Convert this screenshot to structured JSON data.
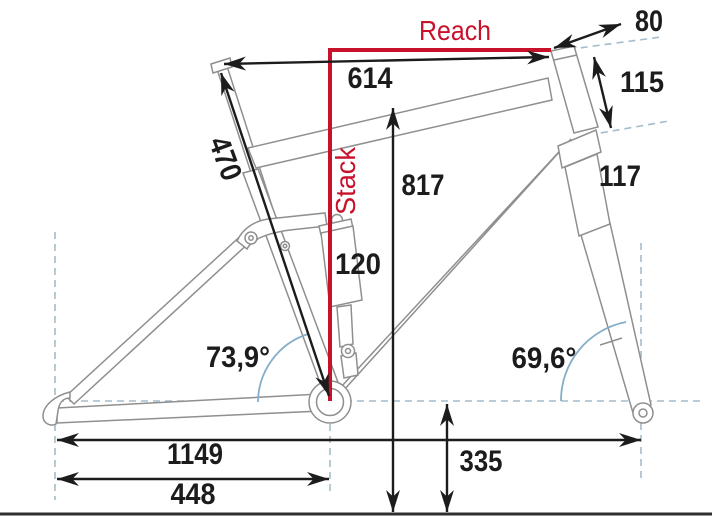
{
  "labels": {
    "reach": "Reach",
    "stack": "Stack"
  },
  "dimensions": {
    "stem": "80",
    "head_tube": "115",
    "top_tube_horizontal": "614",
    "seat_tube": "470",
    "standover_height": "817",
    "fork": "117",
    "shock": "120",
    "wheelbase": "1149",
    "chainstay": "448",
    "bb_height": "335",
    "seat_angle": "73,9°",
    "head_angle": "69,6°"
  },
  "colors": {
    "accent_red": "#c8122b",
    "ink": "#1c1c1c",
    "frame_gray": "#8f8f8f",
    "dashed_blue": "#a4bcca",
    "arc_blue": "#85aec8",
    "ground": "#2e2e2e"
  }
}
